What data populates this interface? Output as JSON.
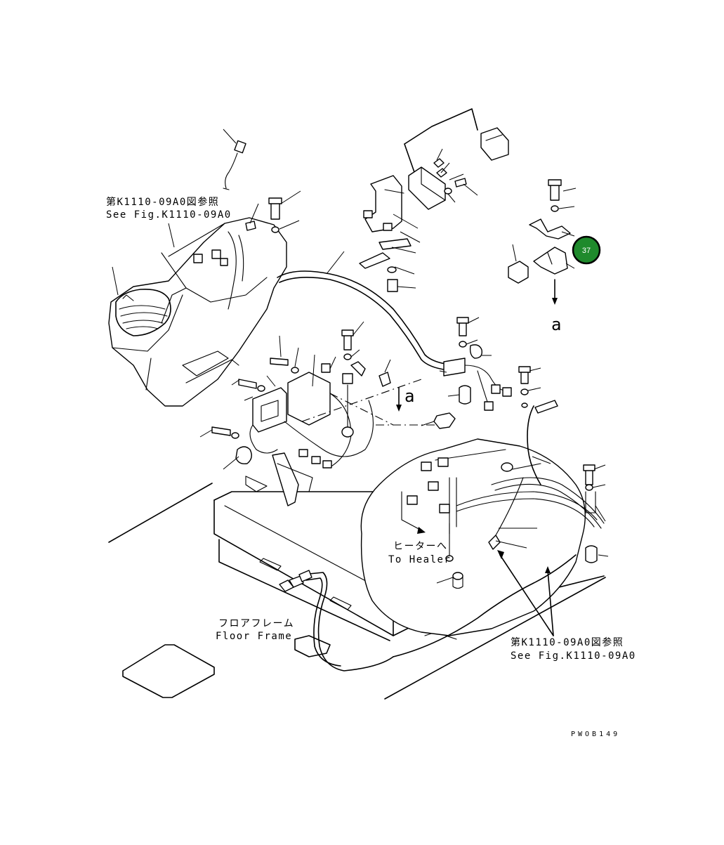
{
  "references": {
    "top_left": {
      "ja": "第K1110-09A0図参照",
      "en": "See Fig.K1110-09A0"
    },
    "bottom_right": {
      "ja": "第K1110-09A0図参照",
      "en": "See Fig.K1110-09A0"
    }
  },
  "heater": {
    "ja": "ヒーターへ",
    "en": "To Healer"
  },
  "floor_frame": {
    "ja": "フロアフレーム",
    "en": "Floor Frame"
  },
  "view_marks": {
    "a_upper": "a",
    "a_lower": "a"
  },
  "callout": {
    "number": "37",
    "color": "#1f8a2c",
    "ring": "#000000"
  },
  "drawing_code": "PWOB149"
}
